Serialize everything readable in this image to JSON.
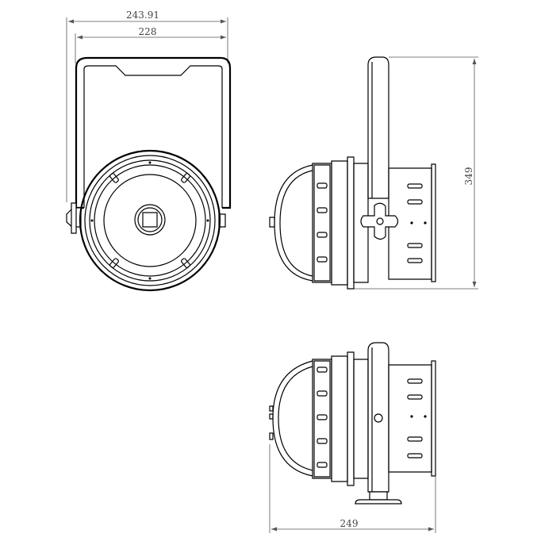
{
  "dimensions": {
    "outer_width": "243.91",
    "inner_width": "228",
    "height": "349",
    "depth": "249"
  }
}
